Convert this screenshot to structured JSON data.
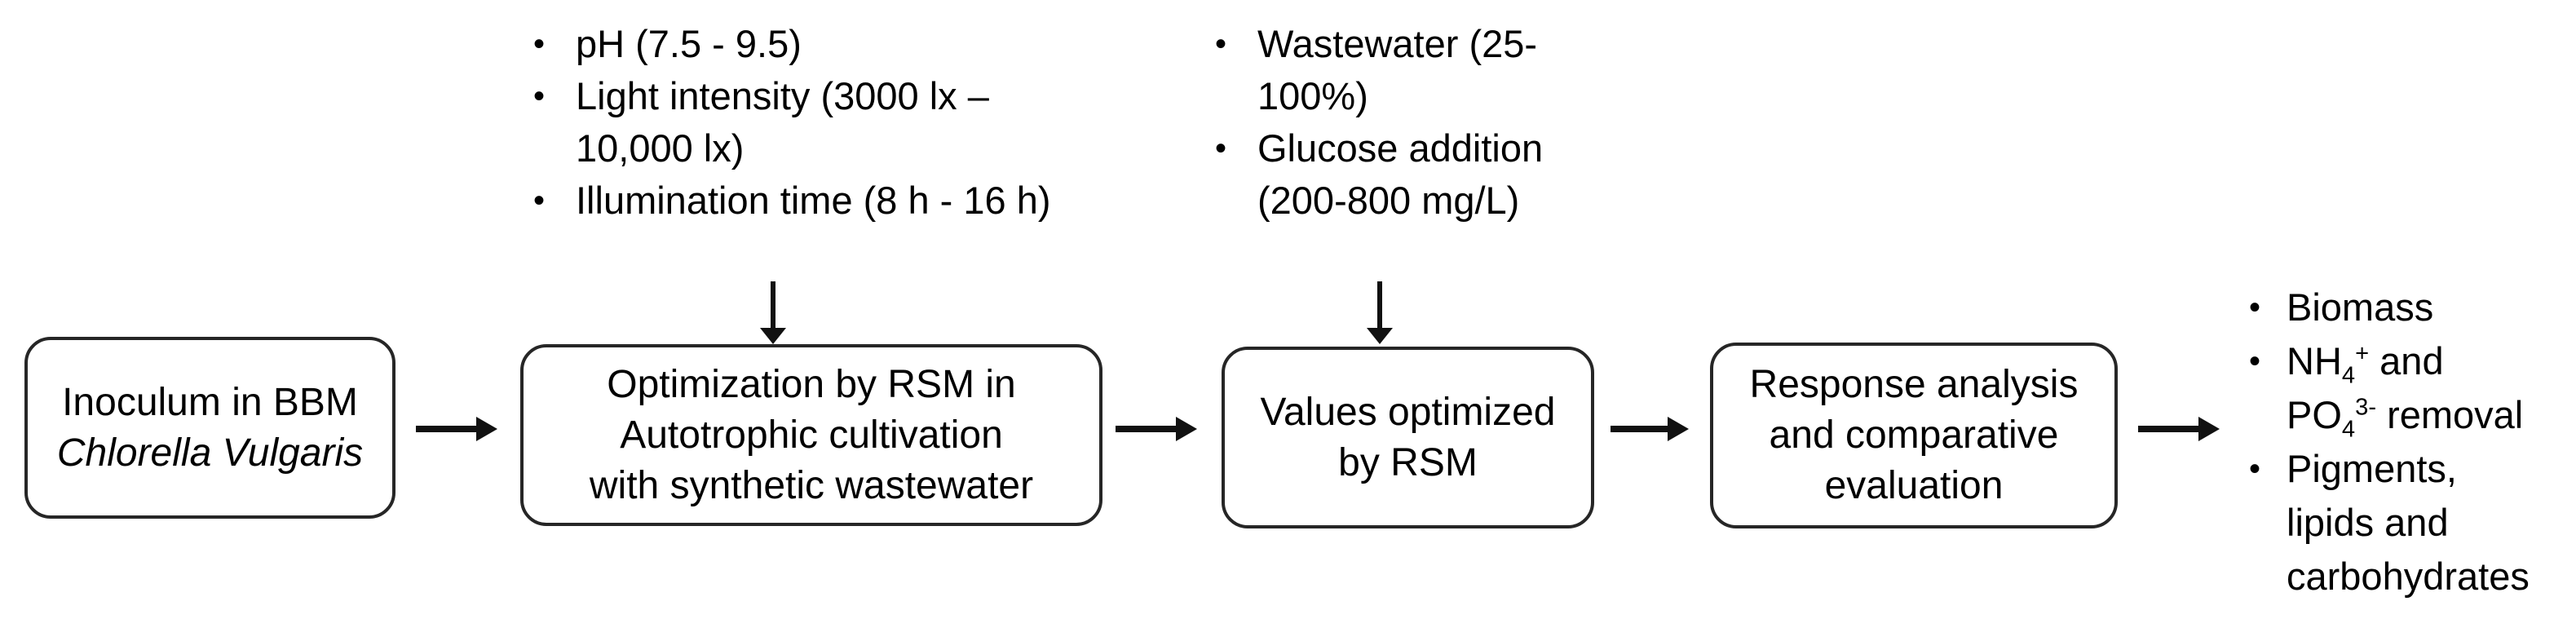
{
  "bullet_char": "•",
  "colors": {
    "ink": "#000000",
    "line": "#111111",
    "background": "#ffffff"
  },
  "top_inputs": {
    "group1": {
      "items": [
        "pH (7.5 - 9.5)",
        "Light intensity (3000 lx –\n10,000 lx)",
        "Illumination time (8 h - 16 h)"
      ]
    },
    "group2": {
      "items": [
        "Wastewater (25-\n100%)",
        "Glucose addition\n(200-800 mg/L)"
      ]
    }
  },
  "flow": {
    "box1": {
      "line1": "Inoculum in BBM",
      "line2_italic": "Chlorella Vulgaris"
    },
    "box2": {
      "text": "Optimization by RSM in\nAutotrophic cultivation\nwith synthetic wastewater"
    },
    "box3": {
      "text": "Values optimized\nby RSM"
    },
    "box4": {
      "text": "Response analysis\nand comparative\nevaluation"
    }
  },
  "outputs": {
    "item1": "Biomass",
    "item2": {
      "seg1": "NH",
      "sub1": "4",
      "sup1": "+",
      "seg2": " and",
      "seg3": "PO",
      "sub2": "4",
      "sup2": "3-",
      "seg4": " removal"
    },
    "item3": "Pigments,\nlipids and\ncarbohydrates"
  }
}
